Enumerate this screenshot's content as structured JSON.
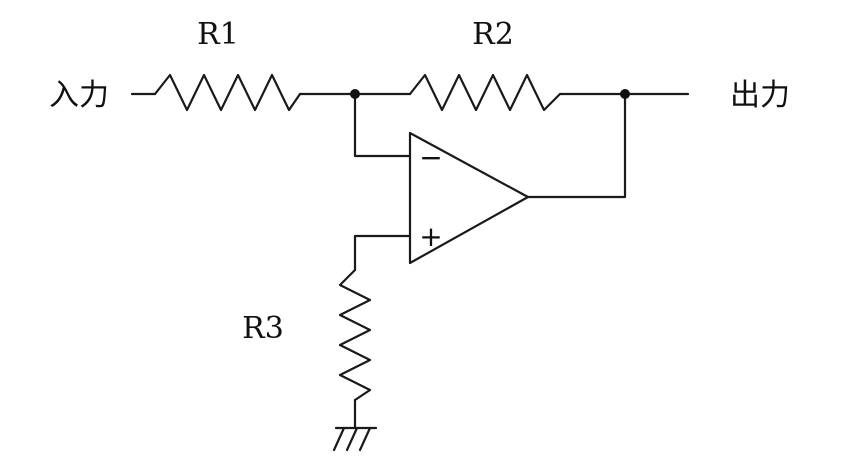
{
  "diagram": {
    "input_label": "入力",
    "output_label": "出力",
    "resistors": {
      "r1": "R1",
      "r2": "R2",
      "r3": "R3"
    },
    "opamp": {
      "inverting_sign": "−",
      "noninverting_sign": "+"
    },
    "colors": {
      "line": "#1a1a1a",
      "background": "#ffffff"
    },
    "icons": {
      "ground": "ground-icon",
      "amplifier": "opamp-icon",
      "resistor": "resistor-icon"
    }
  }
}
